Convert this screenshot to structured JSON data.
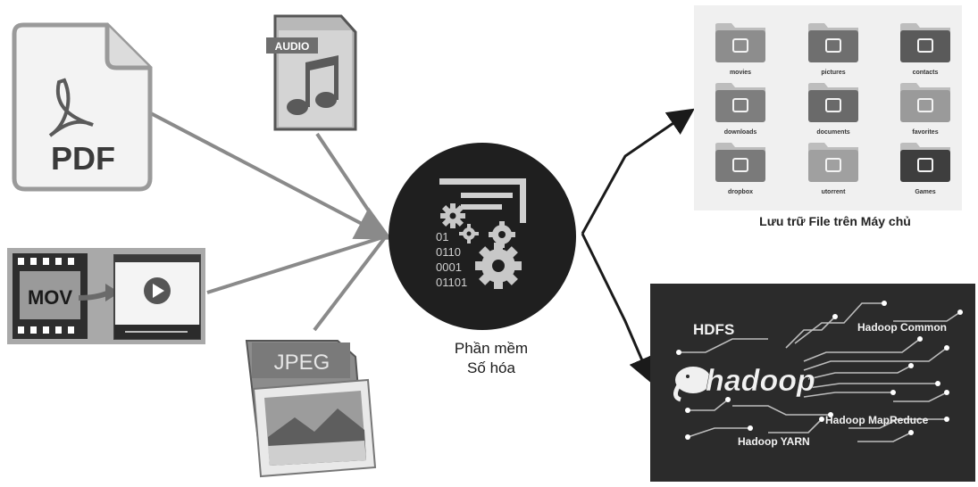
{
  "inputs": {
    "pdf_label": "PDF",
    "audio_label": "AUDIO",
    "mov_label": "MOV",
    "jpeg_label": "JPEG"
  },
  "center": {
    "binary": [
      "01",
      "0110",
      "0001",
      "01101"
    ],
    "caption_line1": "Phần mềm",
    "caption_line2": "Số hóa"
  },
  "storage": {
    "folders": [
      "movies",
      "pictures",
      "contacts",
      "downloads",
      "documents",
      "favorites",
      "dropbox",
      "utorrent",
      "Games"
    ],
    "caption": "Lưu trữ File trên Máy chủ"
  },
  "hadoop": {
    "logo": "hadoop",
    "hdfs": "HDFS",
    "common": "Hadoop Common",
    "mapreduce": "Hadoop MapReduce",
    "yarn": "Hadoop YARN"
  }
}
